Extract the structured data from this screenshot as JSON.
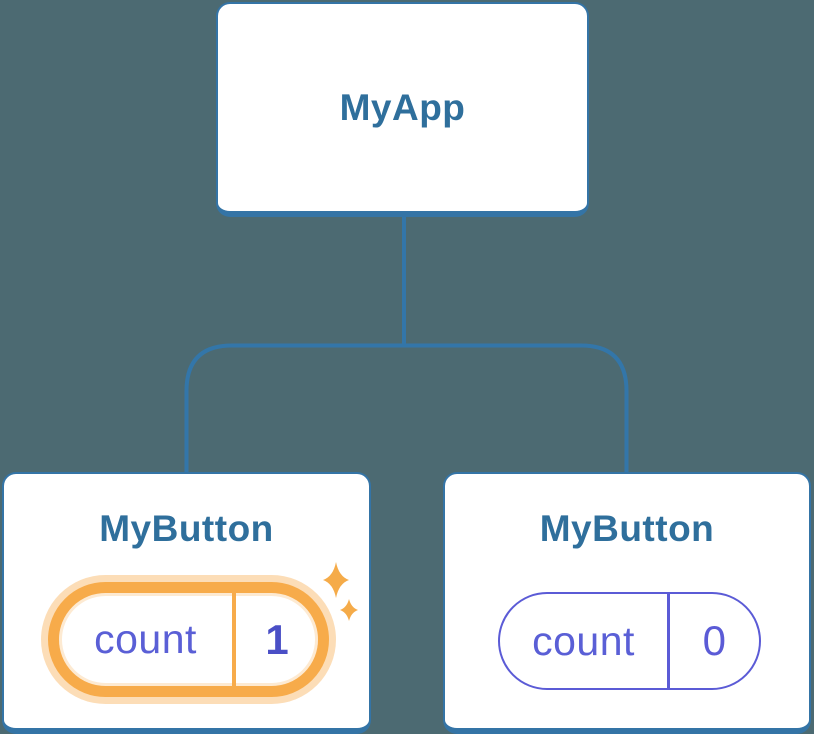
{
  "diagram": {
    "type": "component-tree",
    "colors": {
      "background": "#4C6A72",
      "node_fill": "#FFFFFF",
      "node_border": "#3474A6",
      "connector_line": "#3474A6",
      "node_title": "#2F6F9C",
      "highlight_accent": "#F7AB4A",
      "highlight_glow": "#FBDCAC",
      "state_indigo": "#5B5BD6",
      "state_value_highlight": "#4A4FC6",
      "sparkle": "#F5AB49"
    },
    "root": {
      "title": "MyApp"
    },
    "children": [
      {
        "title": "MyButton",
        "state": {
          "label": "count",
          "value": "1"
        },
        "highlighted": true,
        "icon": "sparkles-icon"
      },
      {
        "title": "MyButton",
        "state": {
          "label": "count",
          "value": "0"
        },
        "highlighted": false
      }
    ]
  }
}
